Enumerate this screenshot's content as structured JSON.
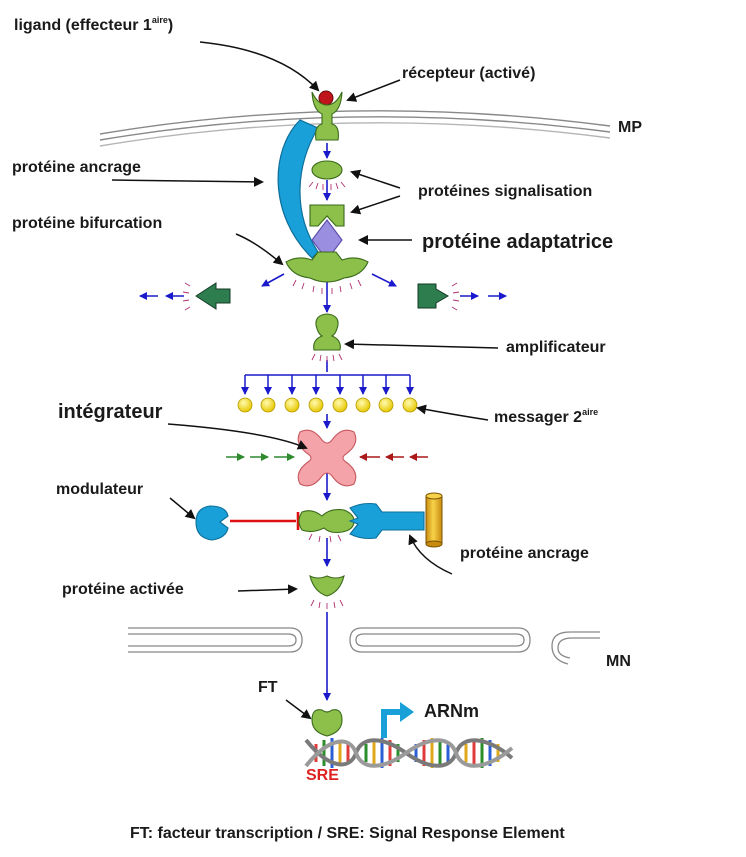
{
  "labels": {
    "ligand": "ligand (effecteur 1",
    "ligand_sup": "aire",
    "ligand_close": ")",
    "recepteur": "récepteur (activé)",
    "mp": "MP",
    "proteine_ancrage_top": "protéine ancrage",
    "proteines_signalisation": "protéines signalisation",
    "proteine_bifurcation": "protéine bifurcation",
    "proteine_adaptatrice": "protéine adaptatrice",
    "amplificateur": "amplificateur",
    "integrateur": "intégrateur",
    "messager": "messager 2",
    "messager_sup": "aire",
    "modulateur": "modulateur",
    "proteine_ancrage_bottom": "protéine ancrage",
    "proteine_activee": "protéine activée",
    "mn": "MN",
    "ft": "FT",
    "arnm": "ARNm",
    "sre": "SRE",
    "footer": "FT: facteur transcription / SRE: Signal Response Element"
  },
  "colors": {
    "protein_green": "#8cc04a",
    "protein_dark_green": "#2e7d4f",
    "anchor_blue": "#1aa0d8",
    "adaptor_violet": "#9a8ee0",
    "integrator_pink": "#f4a3a8",
    "messenger_yellow": "#f5e21a",
    "ligand_red": "#c0141c",
    "cylinder_gold": "#e0a81a",
    "arrow_blue": "#1a1acc",
    "inhibit_red": "#dd1111",
    "sre_red": "#dd2222",
    "membrane_gray": "#9a9a9a"
  }
}
